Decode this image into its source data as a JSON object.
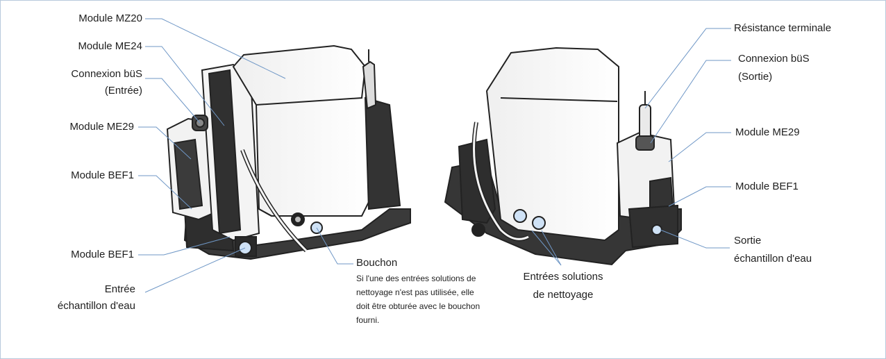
{
  "labels": {
    "mz20": "Module MZ20",
    "me24": "Module ME24",
    "bus_in_1": "Connexion büS",
    "bus_in_2": "(Entrée)",
    "me29_left": "Module ME29",
    "bef1_left_top": "Module BEF1",
    "bef1_left_bottom": "Module BEF1",
    "water_in_1": "Entrée",
    "water_in_2": "échantillon d'eau",
    "plug_title": "Bouchon",
    "plug_note": "Si l'une des entrées solutions de nettoyage n'est pas utilisée, elle doit être obturée avec le bouchon fourni.",
    "terminal_res": "Résistance terminale",
    "bus_out_1": "Connexion büS",
    "bus_out_2": "(Sortie)",
    "me29_right": "Module ME29",
    "bef1_right": "Module BEF1",
    "water_out_1": "Sortie",
    "water_out_2": "échantillon d'eau",
    "clean_in_1": "Entrées solutions",
    "clean_in_2": "de nettoyage"
  },
  "colors": {
    "frame": "#b7c9dc",
    "leader": "#6f97c6",
    "text": "#1e1e1e",
    "device_dark": "#2a2a2a",
    "device_light": "#f4f4f4"
  }
}
